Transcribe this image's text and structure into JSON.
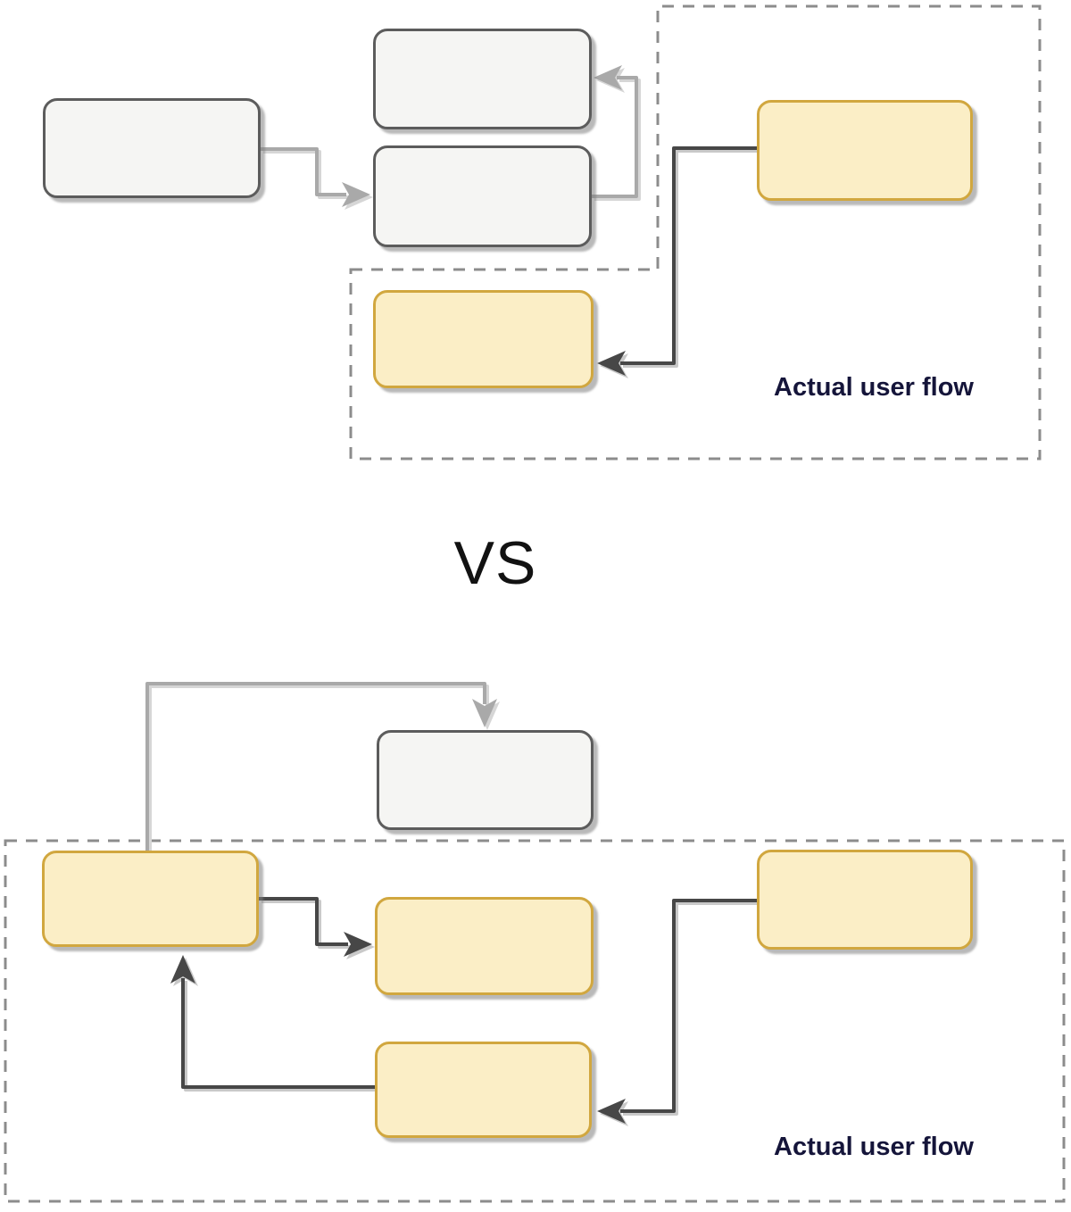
{
  "vs_label": "VS",
  "top_diagram": {
    "region_label": "Actual user flow"
  },
  "bottom_diagram": {
    "region_label": "Actual user flow"
  },
  "colors": {
    "node_fill_gray": "#f5f5f3",
    "node_border_gray": "#5c5c5c",
    "node_fill_yellow": "#fbeec6",
    "node_border_yellow": "#d1a73f",
    "connector_light": "#a9a9a9",
    "connector_light_shadow": "#d6d6d6",
    "connector_dark": "#474747",
    "connector_dark_shadow": "#c9c9c9",
    "dashed_border": "#8c8c8c",
    "label_text": "#15153a"
  }
}
